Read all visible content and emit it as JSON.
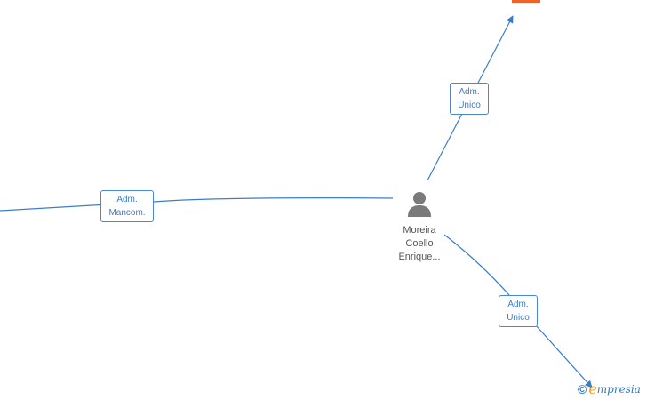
{
  "person": {
    "name_line1": "Moreira",
    "name_line2": "Coello",
    "name_line3": "Enrique..."
  },
  "edges": [
    {
      "label_line1": "Adm.",
      "label_line2": "Unico"
    },
    {
      "label_line1": "Adm.",
      "label_line2": "Mancom."
    },
    {
      "label_line1": "Adm.",
      "label_line2": "Unico"
    }
  ],
  "watermark": {
    "symbol": "©",
    "brand_first": "e",
    "brand_rest": "mpresia"
  },
  "colors": {
    "edge": "#3d7cc9",
    "node_accent": "#f0602a",
    "icon": "#7a7a7a"
  }
}
